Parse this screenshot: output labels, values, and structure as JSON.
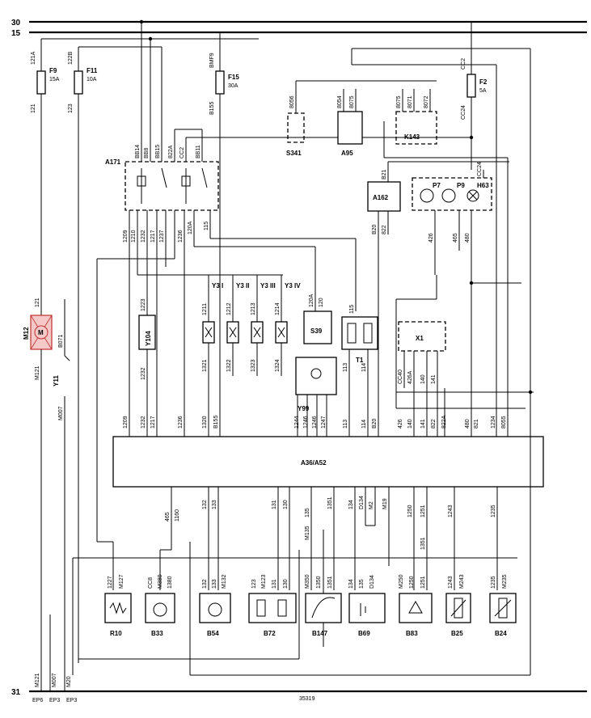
{
  "rails": {
    "top1": "30",
    "top2": "15",
    "bottom": "31"
  },
  "fuses": [
    {
      "name": "F9",
      "rating": "15A",
      "wire_in": "121A",
      "wire_out": "121"
    },
    {
      "name": "F11",
      "rating": "10A",
      "wire_in": "122B",
      "wire_out": "123"
    },
    {
      "name": "F15",
      "rating": "30A",
      "wire_in": "BMF9",
      "wire_out": "B155"
    },
    {
      "name": "F2",
      "rating": "5A",
      "wire_in": "CC2",
      "wire_out": "CC24"
    }
  ],
  "components": {
    "A171": "A171",
    "S341": "S341",
    "A95": "A95",
    "K143": "K143",
    "A162": "A162",
    "P7": "P7",
    "P9": "P9",
    "H63": "H63",
    "M12": "M12",
    "Y11": "Y11",
    "Y104": "Y104",
    "Y3_I": "Y3 I",
    "Y3_II": "Y3 II",
    "Y3_III": "Y3 III",
    "Y3_IV": "Y3 IV",
    "S39": "S39",
    "T1": "T1",
    "X1": "X1",
    "Y99": "Y99",
    "A36": "A36/A52",
    "R10": "R10",
    "B33": "B33",
    "B54": "B54",
    "B72": "B72",
    "B147": "B147",
    "B69": "B69",
    "B83": "B83",
    "B25": "B25",
    "B24": "B24"
  },
  "wires": {
    "a171_top": [
      "BB14",
      "BB8",
      "BB15",
      "822A",
      "CC2",
      "BB11"
    ],
    "a171_bottom": [
      "1209",
      "1210",
      "1232",
      "1217",
      "1237",
      "1236",
      "120A",
      "115"
    ],
    "y3": [
      "1211",
      "1212",
      "1213",
      "1214"
    ],
    "y3_bottom": [
      "1321",
      "1322",
      "1323",
      "1324"
    ],
    "s341": [
      "8056"
    ],
    "a95": [
      "8054",
      "8075"
    ],
    "k143": [
      "8075",
      "8071",
      "8072"
    ],
    "a162": [
      "B21",
      "B20",
      "822"
    ],
    "gauges": [
      "426",
      "465",
      "480",
      "CC24"
    ],
    "upper_ecu": [
      "1209",
      "1232",
      "1217",
      "1236",
      "1320",
      "B155",
      "1244",
      "1246",
      "1246",
      "1247",
      "113",
      "114",
      "B20",
      "426",
      "140",
      "141",
      "822",
      "822A",
      "480",
      "821",
      "1234",
      "8055"
    ],
    "y104": [
      "1223",
      "1232"
    ],
    "s39": [
      "120A",
      "120"
    ],
    "t1": [
      "115",
      "113",
      "114"
    ],
    "x1": [
      "CC40",
      "426A",
      "140",
      "141"
    ],
    "lower_ecu": [
      "465",
      "1160",
      "132",
      "133",
      "131",
      "130",
      "135",
      "M135",
      "1351",
      "134",
      "D134",
      "M2",
      "M19",
      "1250",
      "1251",
      "1351",
      "1243",
      "1235"
    ],
    "m12": [
      "121",
      "M121"
    ],
    "y11": [
      "B071",
      "M007"
    ],
    "sensors": [
      "1227",
      "M127",
      "CC8",
      "M380",
      "1380",
      "132",
      "133",
      "M132",
      "123",
      "M123",
      "131",
      "130",
      "M350",
      "1350",
      "1351",
      "134",
      "135",
      "D134",
      "M250",
      "1250",
      "1251",
      "1243",
      "M243",
      "1235",
      "M235"
    ],
    "ground": [
      "M121",
      "M007",
      "M20"
    ]
  },
  "ground_points": [
    "EP6",
    "EP3",
    "EP3"
  ],
  "diagram_number": "35319"
}
